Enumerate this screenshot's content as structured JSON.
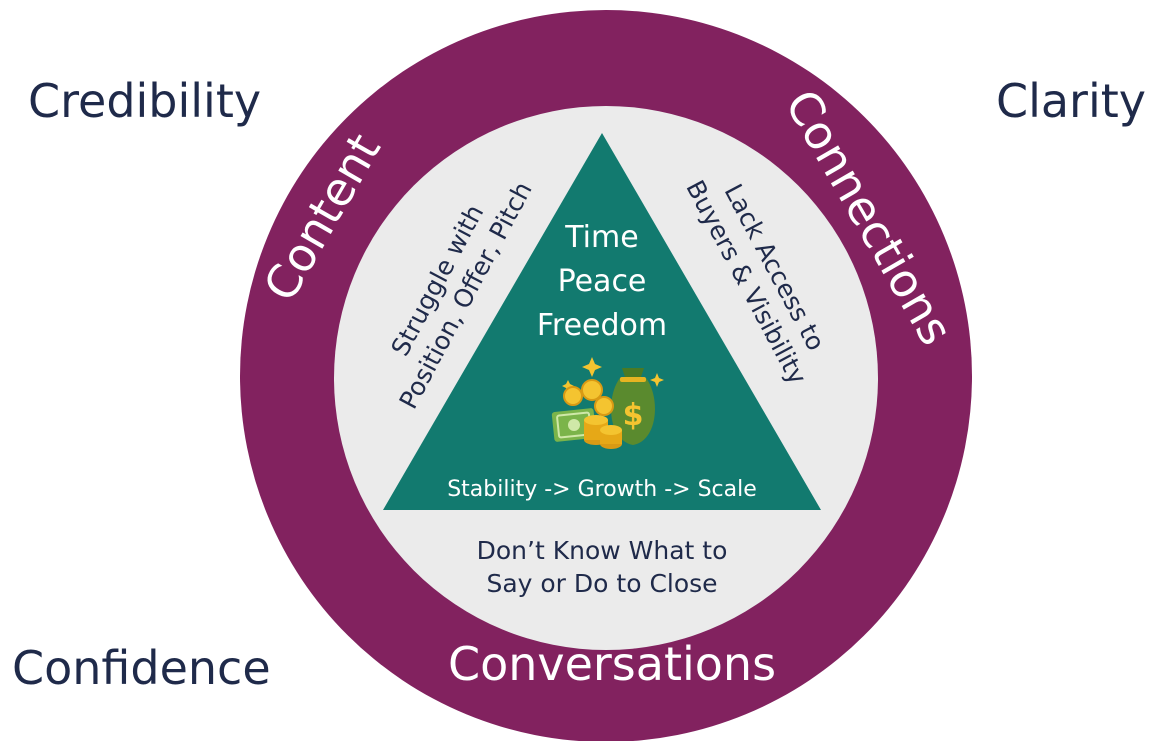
{
  "colors": {
    "ring": "#82225f",
    "inner_circle": "#ebebeb",
    "triangle": "#127a6f",
    "corner_text": "#1f2a4a",
    "inner_text": "#1f2a4a",
    "ring_text": "#ffffff",
    "triangle_text": "#ffffff"
  },
  "corners": {
    "top_left": "Credibility",
    "top_right": "Clarity",
    "bottom_left": "Confidence"
  },
  "ring": {
    "left": "Content",
    "right": "Connections",
    "bottom": "Conversations"
  },
  "inner": {
    "left_line1": "Struggle with",
    "left_line2": "Position, Offer, Pitch",
    "right_line1": "Lack Access to",
    "right_line2": "Buyers & Visibility",
    "bottom_line1": "Don’t Know What to",
    "bottom_line2": "Say or Do to Close"
  },
  "triangle": {
    "line1": "Time",
    "line2": "Peace",
    "line3": "Freedom",
    "bottom": "Stability -> Growth -> Scale",
    "icon": "money-bag-icon"
  }
}
